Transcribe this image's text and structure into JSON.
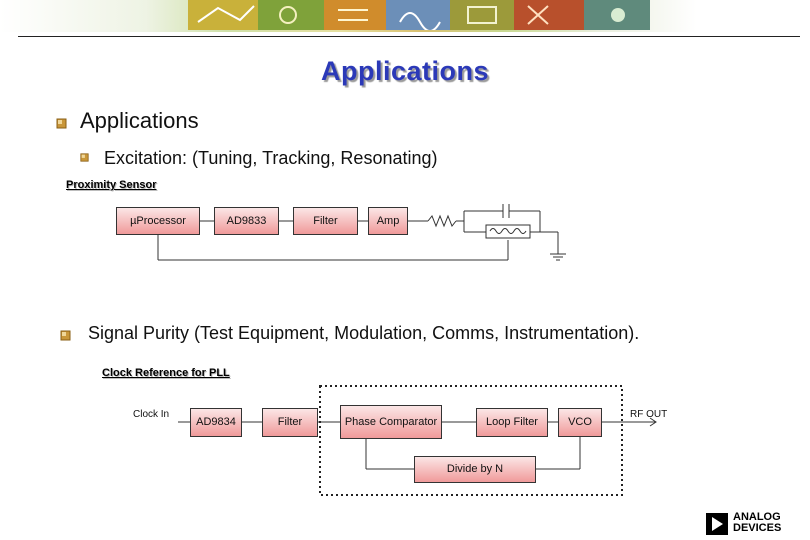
{
  "title": "Applications",
  "bullet_main": "Applications",
  "bullet_sub": "Excitation:  (Tuning, Tracking, Resonating)",
  "proximity": {
    "heading": "Proximity Sensor",
    "blocks": [
      "µProcessor",
      "AD9833",
      "Filter",
      "Amp"
    ]
  },
  "bullet_signal": "Signal Purity (Test Equipment,  Modulation, Comms, Instrumentation).",
  "pll": {
    "heading": "Clock Reference for PLL",
    "clock_in": "Clock In",
    "rf_out": "RF OUT",
    "blocks": [
      "AD9834",
      "Filter",
      "Phase Comparator",
      "Loop Filter",
      "VCO",
      "Divide by N"
    ]
  },
  "logo": {
    "line1": "ANALOG",
    "line2": "DEVICES"
  },
  "colors": {
    "title": "#2b39b8",
    "bullet": "#b8862b",
    "block_top": "#fbe6e6",
    "block_bottom": "#f09a9a"
  }
}
